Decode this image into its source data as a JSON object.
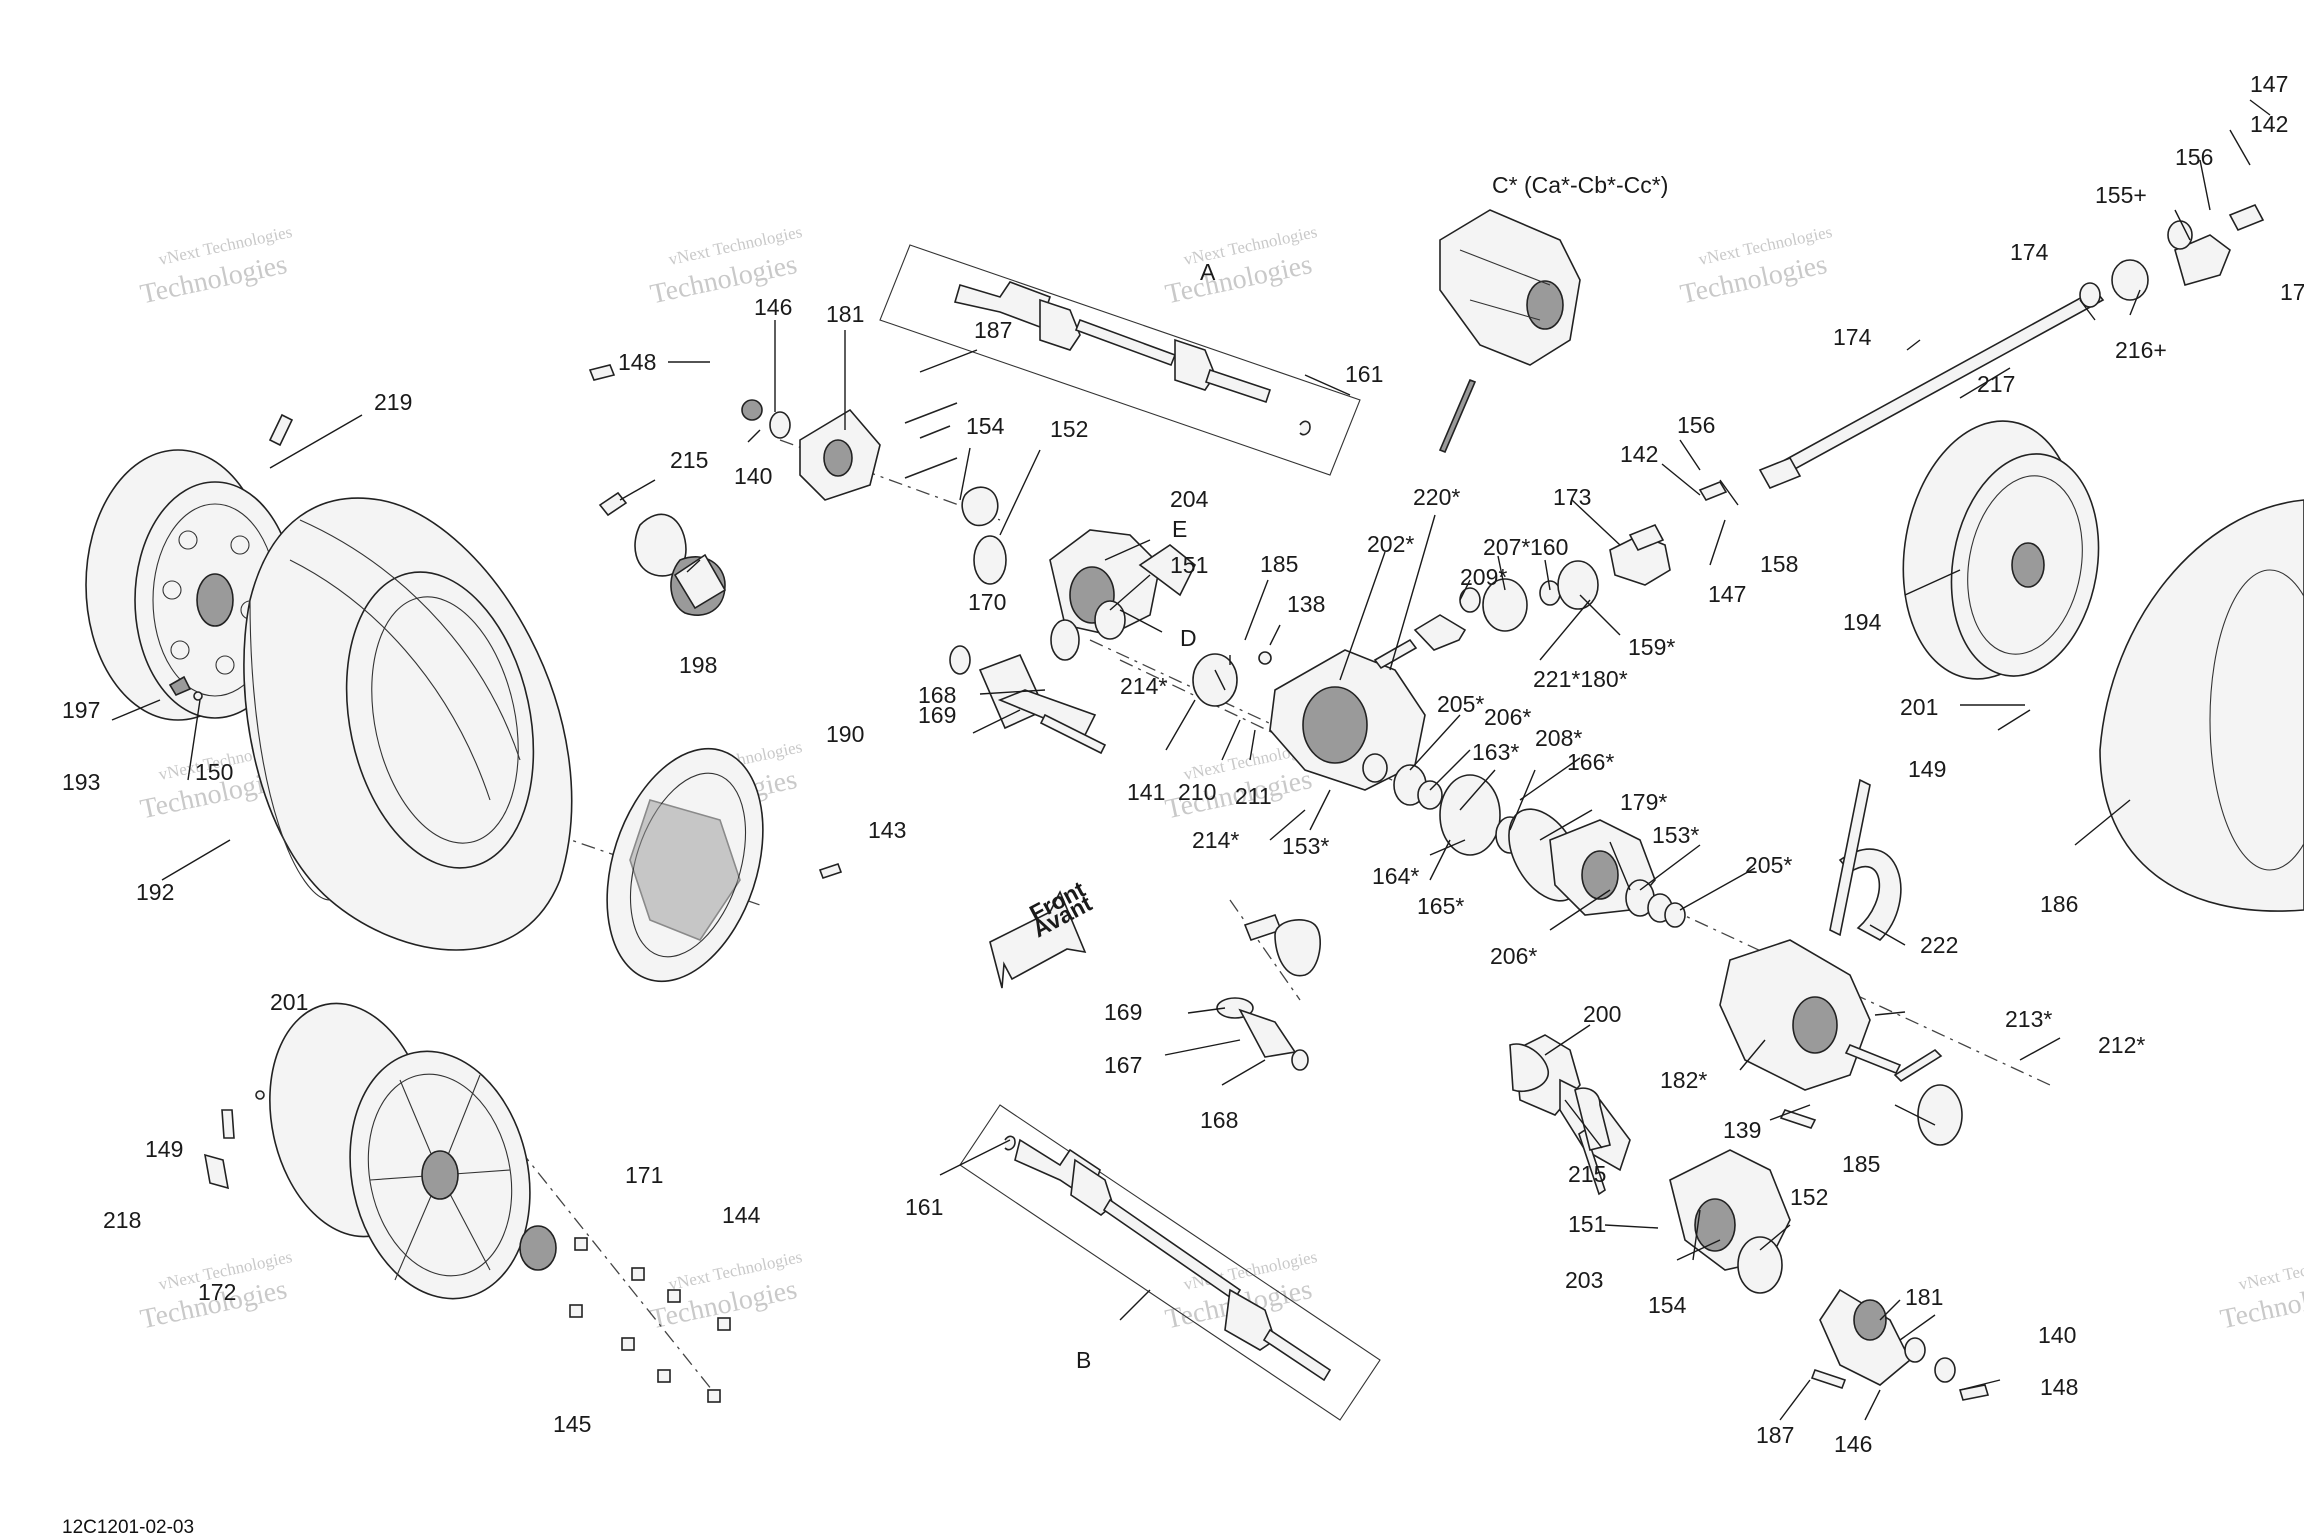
{
  "diagram_code": "12C1201-02-03",
  "watermark_line1": "vNext Technologies",
  "watermark_line2": "Technologies",
  "front_arrow": {
    "line1": "Front",
    "line2": "Avant"
  },
  "assembly_labels": {
    "a": "A",
    "b": "B",
    "c": "C* (Ca*-Cb*-Cc*)",
    "d": "D",
    "e": "E"
  },
  "callouts": {
    "c219": "219",
    "c197": "197",
    "c193": "193",
    "c150": "150",
    "c192": "192",
    "c148a": "148",
    "c146a": "146",
    "c181a": "181",
    "c140a": "140",
    "c215a": "215",
    "c198": "198",
    "c187a": "187",
    "c154a": "154",
    "c152a": "152",
    "c204": "204",
    "c151a": "151",
    "c170": "170",
    "c168a": "168",
    "c169a": "169",
    "c161a": "161",
    "c190": "190",
    "c143": "143",
    "c201a": "201",
    "c149a": "149",
    "c218": "218",
    "c172": "172",
    "c171": "171",
    "c144": "144",
    "c145": "145",
    "c185a": "185",
    "c138": "138",
    "c214a": "214*",
    "c141": "141",
    "c210": "210",
    "c211": "211",
    "c214b": "214*",
    "c153a": "153*",
    "c202": "202*",
    "c220": "220*",
    "c209": "209*",
    "c207": "207*",
    "c160": "160",
    "c173": "173",
    "c221": "221*180*",
    "c159": "159*",
    "c205a": "205*",
    "c206a": "206*",
    "c163": "163*",
    "c208": "208*",
    "c166": "166*",
    "c164": "164*",
    "c165": "165*",
    "c179": "179*",
    "c153b": "153*",
    "c205b": "205*",
    "c206b": "206*",
    "c169b": "169",
    "c167": "167",
    "c168b": "168",
    "c161b": "161",
    "c200": "200",
    "c215b": "215",
    "c151b": "151",
    "c203": "203",
    "c152b": "152",
    "c154b": "154",
    "c181b": "181",
    "c140b": "140",
    "c148b": "148",
    "c187b": "187",
    "c146b": "146",
    "c139": "139",
    "c185b": "185",
    "c182": "182*",
    "c213": "213*",
    "c212": "212*",
    "c222": "222",
    "c186": "186",
    "c201b": "201",
    "c149b": "149",
    "c194": "194",
    "c217": "217",
    "c142a": "142",
    "c156a": "156",
    "c147a": "147",
    "c158": "158",
    "c174a": "174",
    "c174b": "174",
    "c216": "216+",
    "c155": "155+",
    "c156b": "156",
    "c147b": "147",
    "c142b": "142",
    "c17x": "17"
  }
}
